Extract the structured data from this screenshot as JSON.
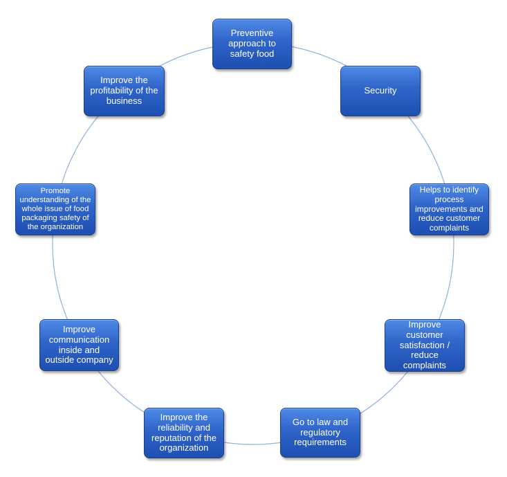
{
  "diagram": {
    "type": "cycle",
    "ring_color": "#8eb0e0",
    "node_color": "#2f64c8",
    "nodes": [
      {
        "label": "Preventive approach to safety food"
      },
      {
        "label": "Security"
      },
      {
        "label": "Helps to identify process improvements and reduce customer complaints"
      },
      {
        "label": "Improve customer satisfaction / reduce complaints"
      },
      {
        "label": "Go to law and regulatory requirements"
      },
      {
        "label": "Improve the reliability and reputation of the organization"
      },
      {
        "label": "Improve communication inside and outside company"
      },
      {
        "label": "Promote understanding of the whole issue of food packaging safety of the organization"
      },
      {
        "label": "Improve the profitability of the business"
      }
    ]
  }
}
